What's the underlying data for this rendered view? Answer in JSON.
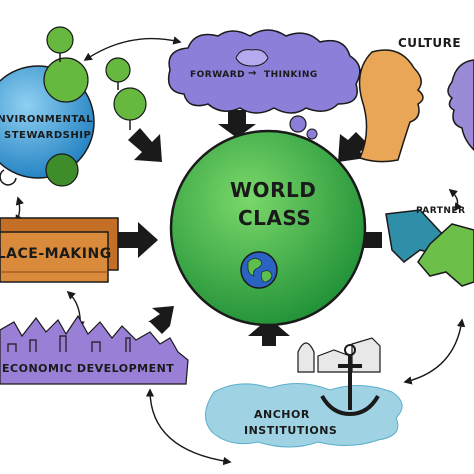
{
  "center": {
    "line1": "WORLD",
    "line2": "CLASS"
  },
  "nodes": {
    "forward_thinking": {
      "left": "FORWARD",
      "arrow": "→",
      "right": "THINKING"
    },
    "culture": "CULTURE",
    "partnerships": "PARTNER",
    "anchor_institutions": {
      "line1": "ANCHOR",
      "line2": "INSTITUTIONS"
    },
    "economic_development": "ECONOMIC DEVELOPMENT",
    "place_making": "PLACE-MAKING",
    "environmental_stewardship": {
      "line1": "ENVIRONMENTAL",
      "line2": "STEWARDSHIP"
    }
  },
  "colors": {
    "center": "#39b54a",
    "forward_thinking": "#8b7fd9",
    "culture_face_left": "#e8a656",
    "culture_face_right": "#9b8ad6",
    "partnerships_left": "#2f8fa8",
    "partnerships_right": "#6cc04a",
    "place_making": "#d98a3a",
    "economic_development": "#9a7fd6",
    "anchor_water": "#9fd3e3",
    "environment_globe": "#3aa0d8",
    "trees": "#67b83f",
    "arrows": "#1a1a1a"
  }
}
